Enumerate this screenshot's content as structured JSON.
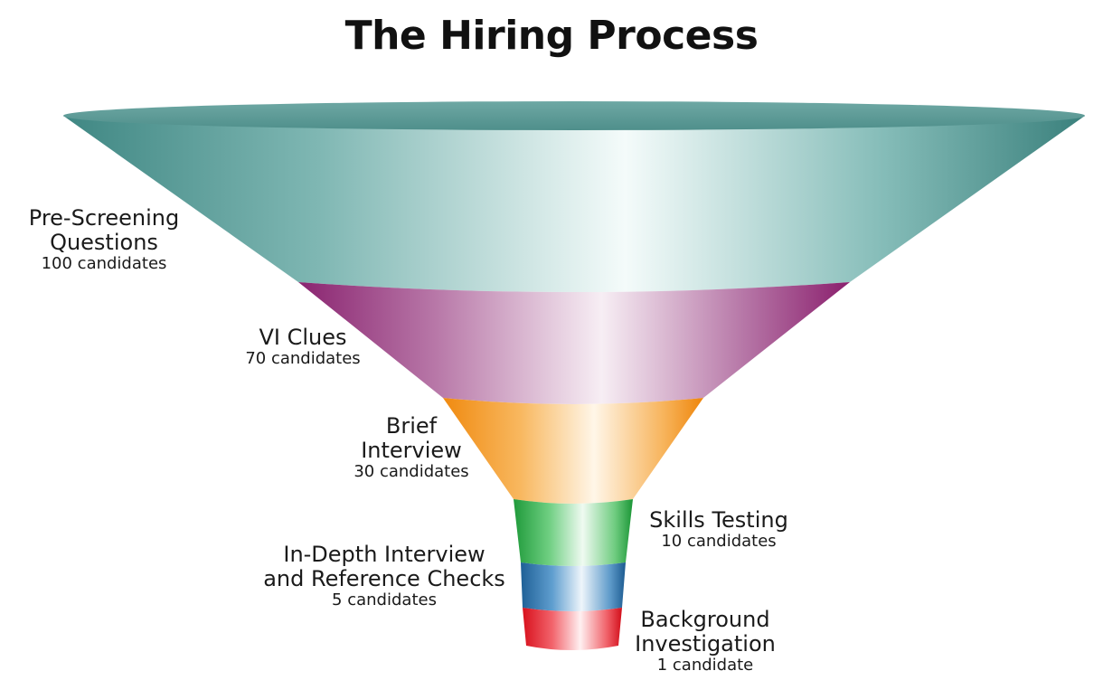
{
  "title": "The Hiring Process",
  "stages": [
    {
      "name_lines": [
        "Pre-Screening",
        "Questions"
      ],
      "count": "100 candidates",
      "color": "#5f9e9a"
    },
    {
      "name_lines": [
        "VI Clues"
      ],
      "count": "70 candidates",
      "color": "#9e3a84"
    },
    {
      "name_lines": [
        "Brief",
        "Interview"
      ],
      "count": "30 candidates",
      "color": "#f59a2a"
    },
    {
      "name_lines": [
        "Skills Testing"
      ],
      "count": "10 candidates",
      "color": "#2fb34a"
    },
    {
      "name_lines": [
        "In-Depth Interview",
        "and Reference Checks"
      ],
      "count": "5 candidates",
      "color": "#2f79b4"
    },
    {
      "name_lines": [
        "Background",
        "Investigation"
      ],
      "count": "1 candidate",
      "color": "#e8202a"
    }
  ]
}
